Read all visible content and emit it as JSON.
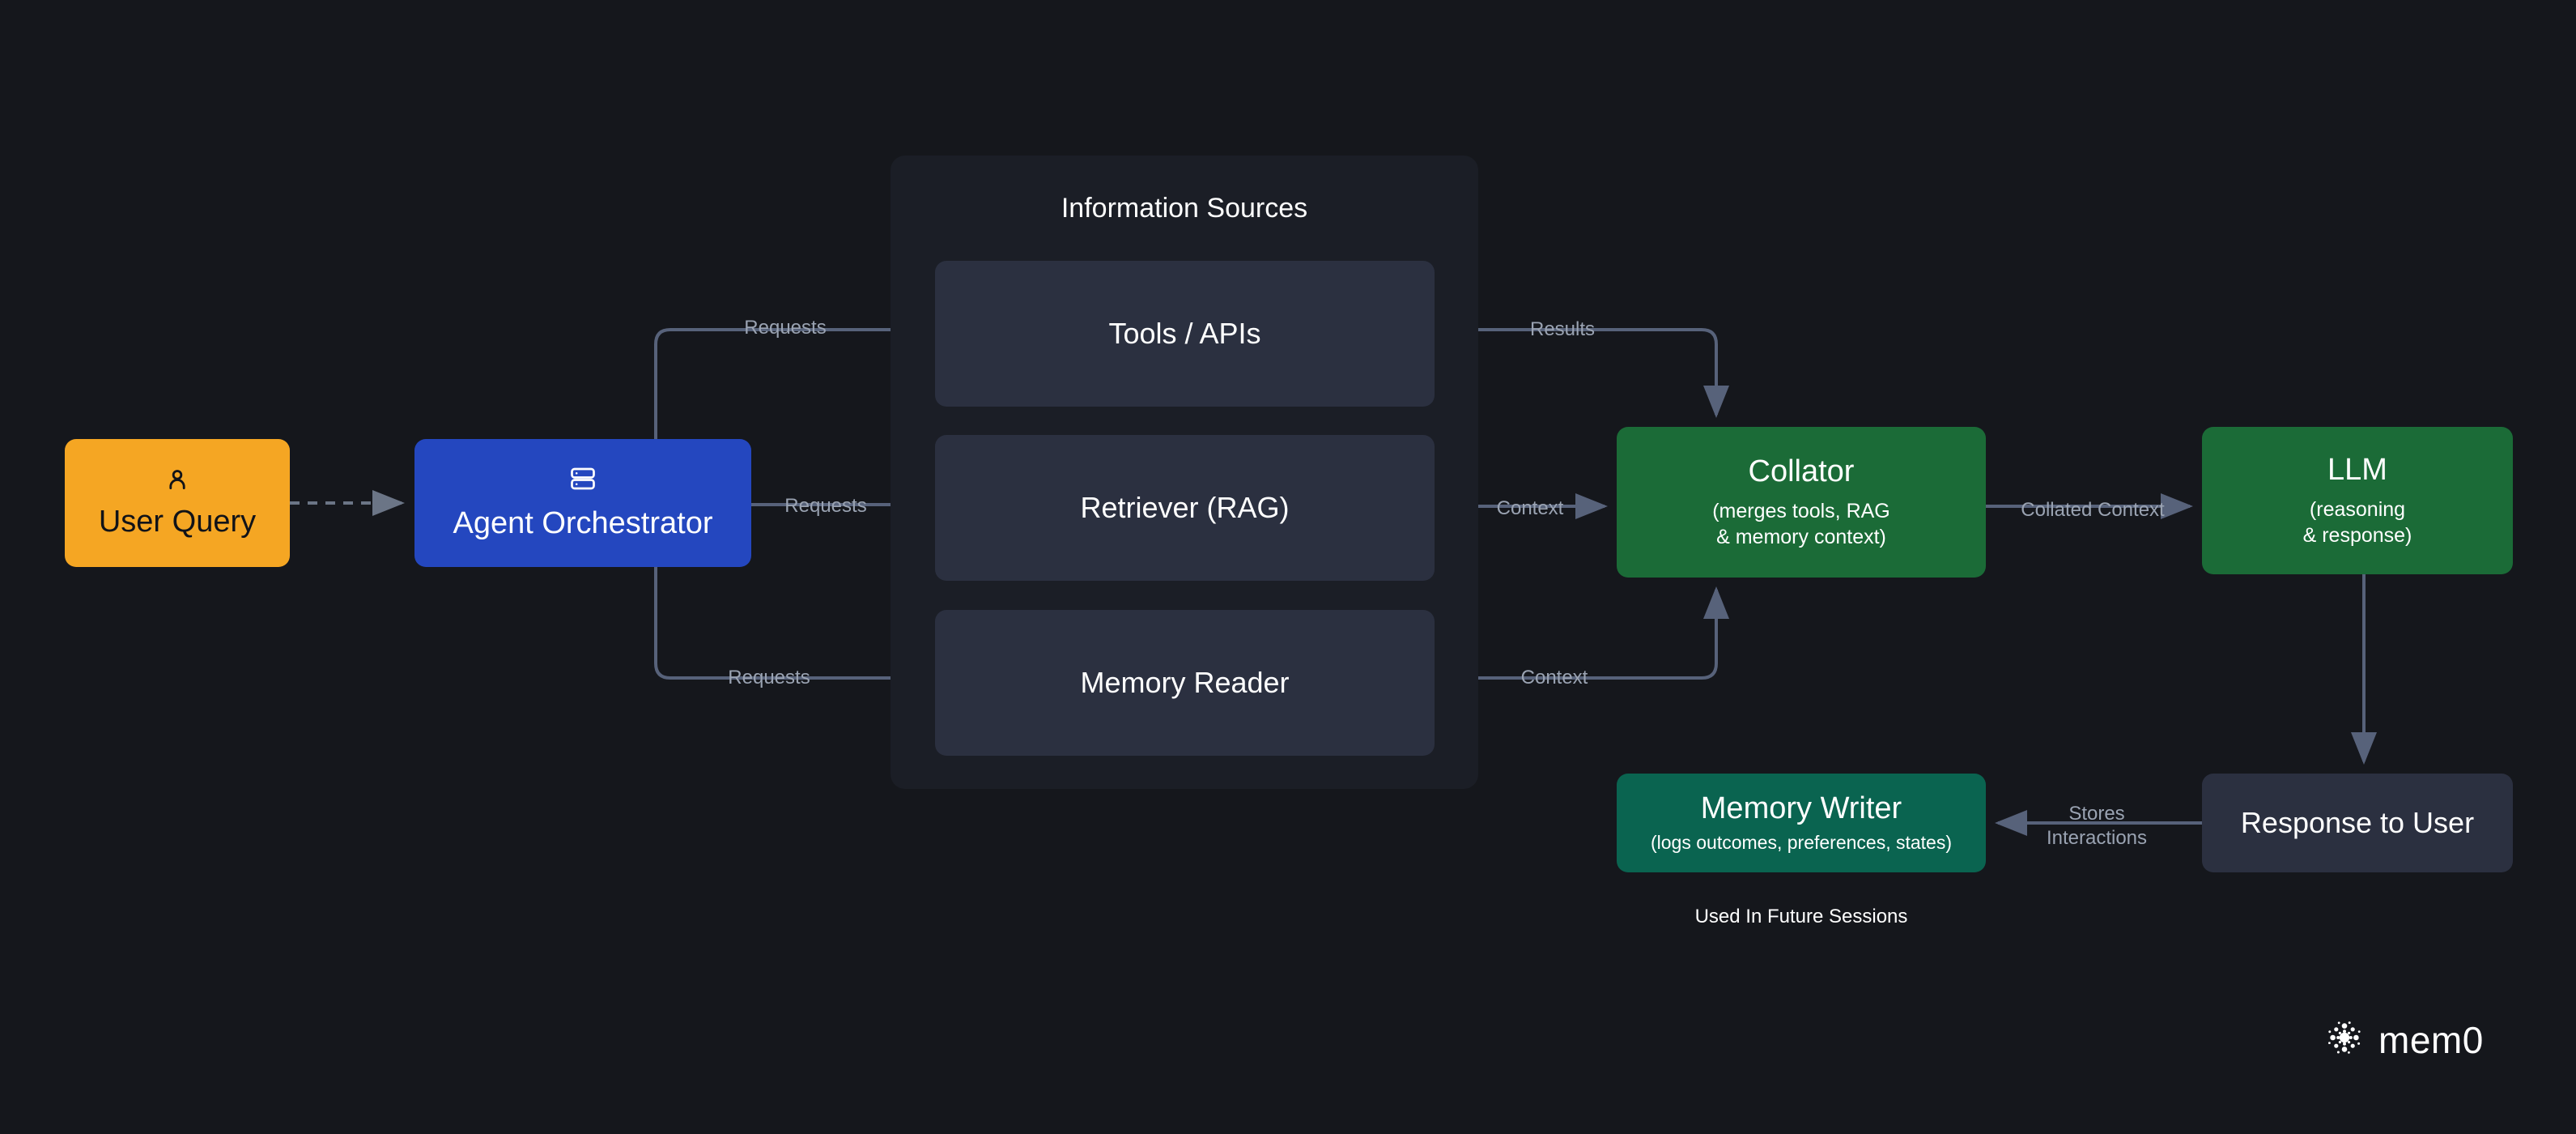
{
  "diagram": {
    "background_color": "#15171c",
    "nodes": {
      "user_query": {
        "label": "User Query",
        "icon": "user-icon",
        "color": "#f5a623"
      },
      "agent_orchestrator": {
        "label": "Agent Orchestrator",
        "icon": "server-icon",
        "color": "#2447bf"
      },
      "information_sources": {
        "label": "Information Sources",
        "color": "#1b1e26"
      },
      "tools_apis": {
        "label": "Tools / APIs",
        "color": "#2b3040"
      },
      "retriever_rag": {
        "label": "Retriever (RAG)",
        "color": "#2b3040"
      },
      "memory_reader": {
        "label": "Memory Reader",
        "color": "#2b3040"
      },
      "collator": {
        "label": "Collator",
        "subtitle_line1": "(merges tools, RAG",
        "subtitle_line2": "& memory context)",
        "color": "#1b6b37"
      },
      "llm": {
        "label": "LLM",
        "subtitle_line1": "(reasoning",
        "subtitle_line2": "& response)",
        "color": "#1b6b37"
      },
      "memory_writer": {
        "label": "Memory Writer",
        "subtitle": "(logs outcomes, preferences, states)",
        "color": "#0a6450"
      },
      "response_to_user": {
        "label": "Response to User",
        "color": "#2b3040"
      }
    },
    "edge_labels": {
      "requests_tools": "Requests",
      "requests_rag": "Requests",
      "requests_memory": "Requests",
      "results": "Results",
      "context_rag": "Context",
      "context_memory": "Context",
      "collated_context": "Collated Context",
      "stores_line1": "Stores",
      "stores_line2": "Interactions"
    },
    "annotations": {
      "future_sessions": "Used In Future Sessions"
    },
    "edge_color": "#57627a",
    "brand": {
      "name": "mem0",
      "mark": "mem0-dots-icon"
    }
  }
}
